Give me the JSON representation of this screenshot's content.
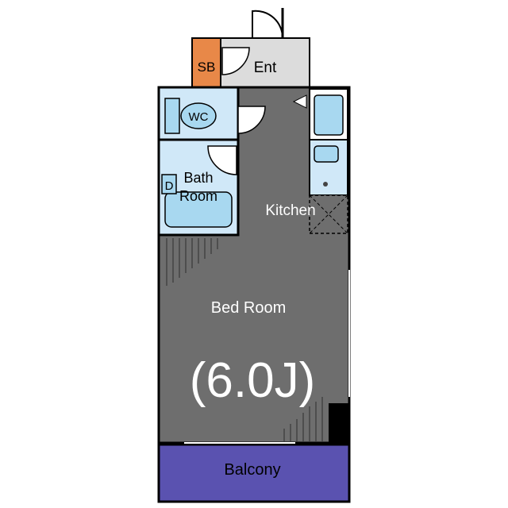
{
  "floorplan": {
    "rooms": {
      "storage": {
        "label": "SB",
        "color": "#e88848"
      },
      "entrance": {
        "label": "Ent",
        "color": "#dcdcdc"
      },
      "toilet": {
        "label": "WC",
        "color": "#d0e8f8"
      },
      "bath": {
        "label_line1": "Bath",
        "label_line2": "Room",
        "marker": "D",
        "color": "#d0e8f8"
      },
      "kitchen": {
        "label": "Kitchen"
      },
      "bedroom": {
        "label": "Bed Room",
        "size": "(6.0J)",
        "color": "#6e6e6e"
      },
      "balcony": {
        "label": "Balcony",
        "color": "#5a52b0"
      }
    },
    "fixture_color": "#a8d8f0",
    "wall_color": "#000000"
  }
}
